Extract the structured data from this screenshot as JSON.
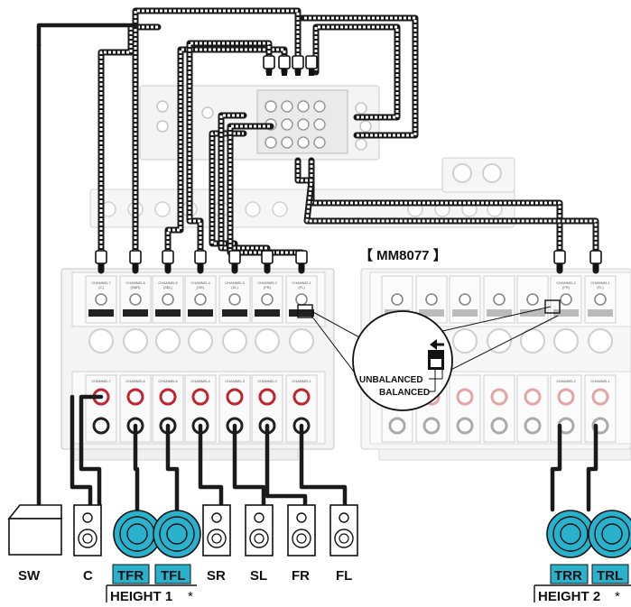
{
  "amp_model": "【 MM8077 】",
  "channel_slots": [
    {
      "top": "CHANNEL7",
      "sub": "(C)"
    },
    {
      "top": "CHANNEL6",
      "sub": "(SBR)"
    },
    {
      "top": "CHANNEL5",
      "sub": "(SBL)"
    },
    {
      "top": "CHANNEL4",
      "sub": "(SR)"
    },
    {
      "top": "CHANNEL3",
      "sub": "(SL)"
    },
    {
      "top": "CHANNEL2",
      "sub": "(FR)"
    },
    {
      "top": "CHANNEL1",
      "sub": "(FL)"
    }
  ],
  "second_amp_channels": [
    {
      "top": "CHANNEL2",
      "sub": "(FR)"
    },
    {
      "top": "CHANNEL1",
      "sub": "(FL)"
    }
  ],
  "switch": {
    "unbalanced": "UNBALANCED",
    "balanced": "BALANCED"
  },
  "speakers": {
    "sw": "SW",
    "c": "C",
    "tfr": "TFR",
    "tfl": "TFL",
    "sr": "SR",
    "sl": "SL",
    "fr": "FR",
    "fl": "FL",
    "trr": "TRR",
    "trl": "TRL"
  },
  "height1_label": "HEIGHT 1",
  "height2_label": "HEIGHT 2",
  "asterisk": "*",
  "colors": {
    "cyan": "#2ab2cc",
    "cable": "#1a1a1a",
    "panel_fill": "#f4f4f4",
    "panel_stroke": "#c8c8c8",
    "red_terminal": "#c0242c"
  }
}
